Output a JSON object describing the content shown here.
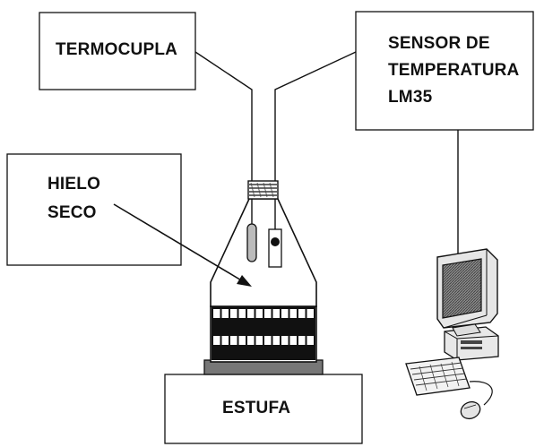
{
  "labels": {
    "thermocouple": "TERMOCUPLA",
    "sensor": [
      "SENSOR DE",
      "TEMPERATURA",
      "LM35"
    ],
    "dry_ice": [
      "HIELO",
      "SECO"
    ],
    "stove": "ESTUFA"
  },
  "colors": {
    "line": "#111111",
    "background": "#ffffff",
    "band": "#111111",
    "monitor_screen": "#6a6a6a"
  }
}
